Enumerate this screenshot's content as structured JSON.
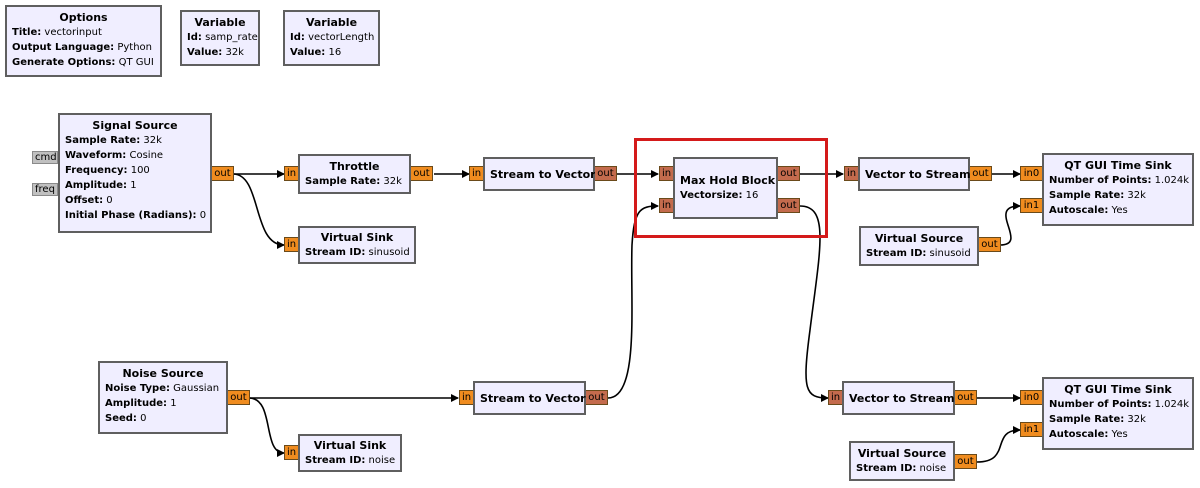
{
  "options": {
    "title": "Options",
    "rows": [
      {
        "k": "Title:",
        "v": " vectorinput"
      },
      {
        "k": "Output Language:",
        "v": " Python"
      },
      {
        "k": "Generate Options:",
        "v": " QT GUI"
      }
    ]
  },
  "var_samp": {
    "title": "Variable",
    "rows": [
      {
        "k": "Id:",
        "v": " samp_rate"
      },
      {
        "k": "Value:",
        "v": " 32k"
      }
    ]
  },
  "var_vec": {
    "title": "Variable",
    "rows": [
      {
        "k": "Id:",
        "v": " vectorLength"
      },
      {
        "k": "Value:",
        "v": " 16"
      }
    ]
  },
  "signal_source": {
    "title": "Signal Source",
    "rows": [
      {
        "k": "Sample Rate:",
        "v": " 32k"
      },
      {
        "k": "Waveform:",
        "v": " Cosine"
      },
      {
        "k": "Frequency:",
        "v": " 100"
      },
      {
        "k": "Amplitude:",
        "v": " 1"
      },
      {
        "k": "Offset:",
        "v": " 0"
      },
      {
        "k": "Initial Phase (Radians):",
        "v": " 0"
      }
    ],
    "msg_cmd": "cmd",
    "msg_freq": "freq"
  },
  "throttle": {
    "title": "Throttle",
    "rows": [
      {
        "k": "Sample Rate:",
        "v": " 32k"
      }
    ]
  },
  "virtual_sink_sin": {
    "title": "Virtual Sink",
    "rows": [
      {
        "k": "Stream ID:",
        "v": " sinusoid"
      }
    ]
  },
  "s2v_top": {
    "title": "Stream to Vector"
  },
  "max_hold": {
    "title": "Max Hold Block",
    "rows": [
      {
        "k": "Vectorsize:",
        "v": " 16"
      }
    ]
  },
  "v2s_top": {
    "title": "Vector to Stream"
  },
  "time_sink_top": {
    "title": "QT GUI Time Sink",
    "rows": [
      {
        "k": "Number of Points:",
        "v": " 1.024k"
      },
      {
        "k": "Sample Rate:",
        "v": " 32k"
      },
      {
        "k": "Autoscale:",
        "v": " Yes"
      }
    ]
  },
  "virtual_source_sin": {
    "title": "Virtual Source",
    "rows": [
      {
        "k": "Stream ID:",
        "v": " sinusoid"
      }
    ]
  },
  "noise_source": {
    "title": "Noise Source",
    "rows": [
      {
        "k": "Noise Type:",
        "v": " Gaussian"
      },
      {
        "k": "Amplitude:",
        "v": " 1"
      },
      {
        "k": "Seed:",
        "v": " 0"
      }
    ]
  },
  "s2v_bottom": {
    "title": "Stream to Vector"
  },
  "virtual_sink_noise": {
    "title": "Virtual Sink",
    "rows": [
      {
        "k": "Stream ID:",
        "v": " noise"
      }
    ]
  },
  "v2s_bottom": {
    "title": "Vector to Stream"
  },
  "time_sink_bottom": {
    "title": "QT GUI Time Sink",
    "rows": [
      {
        "k": "Number of Points:",
        "v": " 1.024k"
      },
      {
        "k": "Sample Rate:",
        "v": " 32k"
      },
      {
        "k": "Autoscale:",
        "v": " Yes"
      }
    ]
  },
  "virtual_source_noise": {
    "title": "Virtual Source",
    "rows": [
      {
        "k": "Stream ID:",
        "v": " noise"
      }
    ]
  },
  "ports": {
    "in": "in",
    "out": "out",
    "in0": "in0",
    "in1": "in1"
  },
  "colors": {
    "block_fill": "#f0eeff",
    "block_border": "#5f5f5f",
    "float_port": "#f08c1f",
    "vector_port": "#c46b4d",
    "message_port": "#c0c0c0",
    "highlight": "#d41a1a",
    "wire": "#000000"
  }
}
